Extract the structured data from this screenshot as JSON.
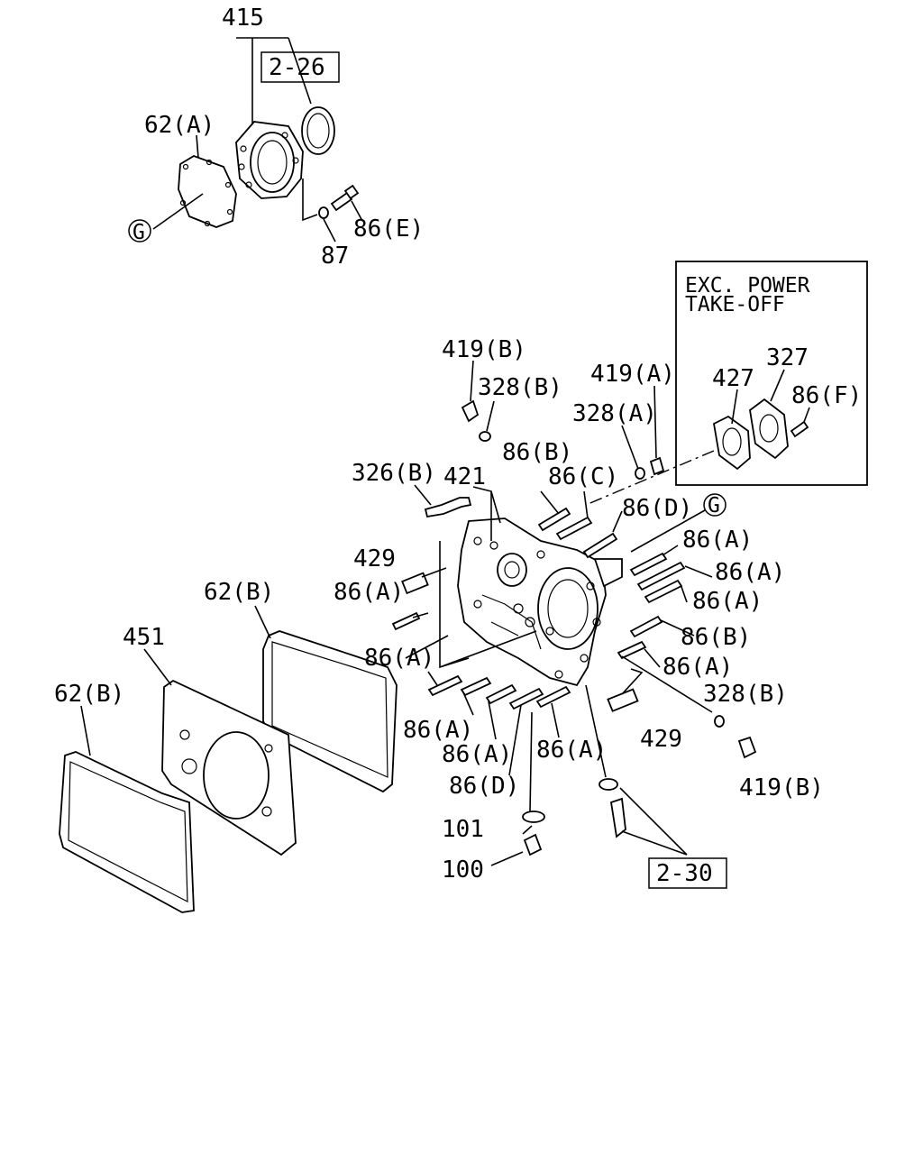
{
  "callouts": {
    "c415": "415",
    "c2_26": "2-26",
    "c62a": "62(A)",
    "g_top": "G",
    "c86e": "86(E)",
    "c87": "87",
    "box_line1": "EXC. POWER",
    "box_line2": "TAKE-OFF",
    "c327": "327",
    "c427": "427",
    "c86f": "86(F)",
    "c419b_top": "419(B)",
    "c328b_top": "328(B)",
    "c419a": "419(A)",
    "c328a": "328(A)",
    "c326b": "326(B)",
    "c421": "421",
    "c86b_top": "86(B)",
    "c86c": "86(C)",
    "c86d_top": "86(D)",
    "g_mid": "G",
    "c86a_r1": "86(A)",
    "c86a_r2": "86(A)",
    "c86a_r3": "86(A)",
    "c86b_r": "86(B)",
    "c86a_r4": "86(A)",
    "c328b_r": "328(B)",
    "c419b_r": "419(B)",
    "c429_top": "429",
    "c86a_l1": "86(A)",
    "c86a_l2": "86(A)",
    "c62b_mid": "62(B)",
    "c451": "451",
    "c62b_left": "62(B)",
    "c86a_b1": "86(A)",
    "c86a_b2": "86(A)",
    "c86d_b": "86(D)",
    "c86a_b3": "86(A)",
    "c429_b": "429",
    "c101": "101",
    "c100": "100",
    "c2_30": "2-30"
  }
}
